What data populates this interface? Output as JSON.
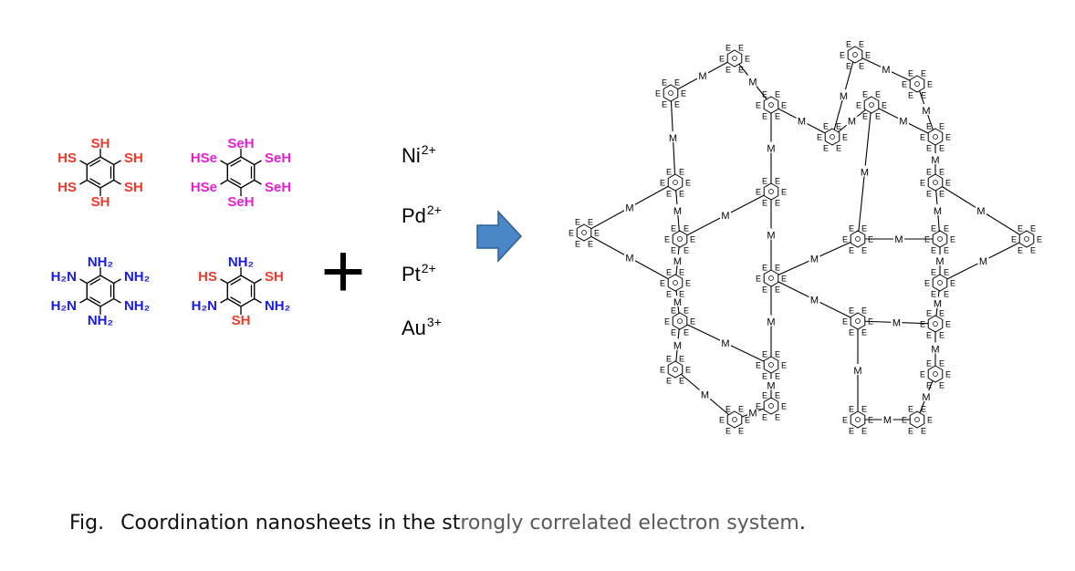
{
  "ligands": [
    {
      "top": "SH",
      "top_left": "HS",
      "top_right": "SH",
      "bottom_left": "HS",
      "bottom_right": "SH",
      "bottom": "SH",
      "color": "#ee3a2c"
    },
    {
      "top": "SeH",
      "top_left": "HSe",
      "top_right": "SeH",
      "bottom_left": "HSe",
      "bottom_right": "SeH",
      "bottom": "SeH",
      "color": "#e620d6"
    },
    {
      "top": "NH₂",
      "top_left": "H₂N",
      "top_right": "NH₂",
      "bottom_left": "H₂N",
      "bottom_right": "NH₂",
      "bottom": "NH₂",
      "color": "#1a1ae6"
    },
    {
      "top": "NH₂",
      "top_left": "HS",
      "top_right": "SH",
      "bottom_left": "H₂N",
      "bottom_right": "NH₂",
      "bottom": "SH"
    }
  ],
  "mixed_colors": {
    "thiol": "#ee3a2c",
    "amine": "#1a1ae6"
  },
  "plus_symbol": "+",
  "metal_ions": [
    {
      "element": "Ni",
      "charge": "2+"
    },
    {
      "element": "Pd",
      "charge": "2+"
    },
    {
      "element": "Pt",
      "charge": "2+"
    },
    {
      "element": "Au",
      "charge": "3+"
    }
  ],
  "arrow_color": "#4a86c8",
  "network_labels": {
    "metal": "M",
    "ligand_atom": "E"
  },
  "caption": {
    "label": "Fig.",
    "part1": "Coordination nanosheets in the st",
    "part2": "rongly correlated electron system",
    "part3": "."
  }
}
